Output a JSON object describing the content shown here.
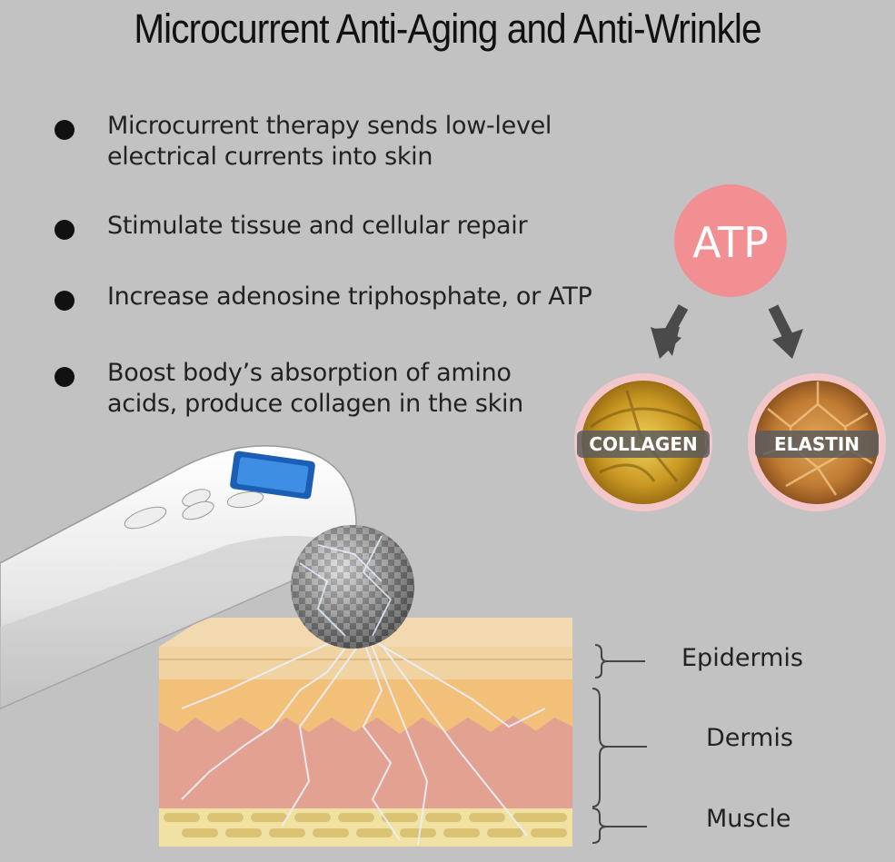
{
  "title": "Microcurrent Anti-Aging and Anti-Wrinkle",
  "bullets": [
    {
      "text": "Microcurrent therapy sends low-level electrical currents into skin"
    },
    {
      "text": "Stimulate tissue and cellular repair"
    },
    {
      "text": "Increase adenosine triphosphate, or ATP"
    },
    {
      "text": "Boost body’s absorption of amino acids, produce collagen in the skin"
    }
  ],
  "diagram": {
    "atp": "ATP",
    "collagen": "COLLAGEN",
    "elastin": "ELASTIN"
  },
  "layers": {
    "epidermis": "Epidermis",
    "dermis": "Dermis",
    "muscle": "Muscle"
  },
  "colors": {
    "background": "#c3c2c3",
    "atp_circle": "#f28f93",
    "collagen_fill": "#d4a72a",
    "elastin_fill": "#c98a3c"
  }
}
